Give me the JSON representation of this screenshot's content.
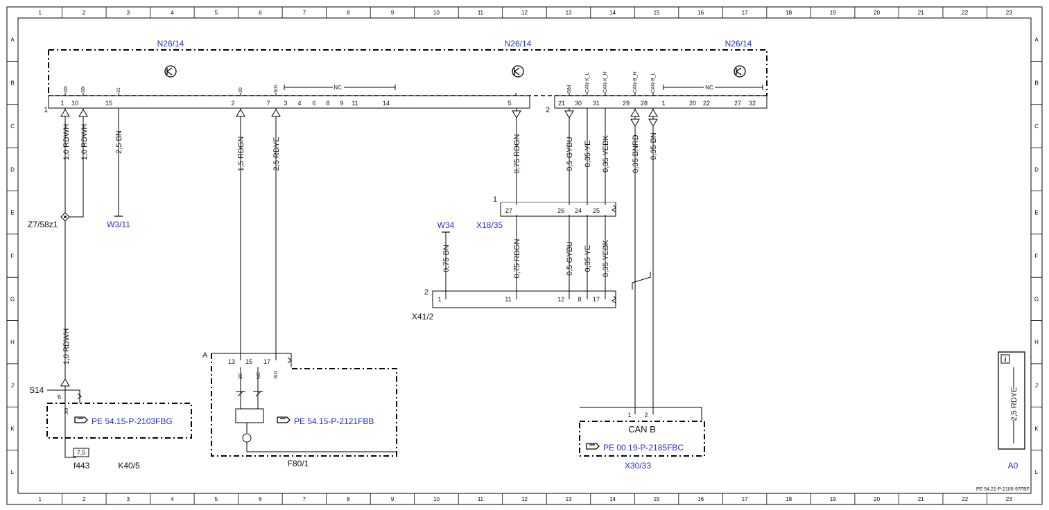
{
  "grid": {
    "columns": [
      "1",
      "2",
      "3",
      "4",
      "5",
      "6",
      "7",
      "8",
      "9",
      "10",
      "11",
      "12",
      "13",
      "14",
      "15",
      "16",
      "17",
      "18",
      "19",
      "20",
      "21",
      "22",
      "23"
    ],
    "rows": [
      "A",
      "B",
      "C",
      "D",
      "E",
      "F",
      "G",
      "H",
      "J",
      "K",
      "L"
    ]
  },
  "module": {
    "label_left": "N26/14",
    "label_mid": "N26/14",
    "label_right": "N26/14",
    "conn1_label": "1",
    "conn2_label": "2",
    "conn1_pins": [
      "1",
      "10",
      "15",
      "2",
      "7",
      "3",
      "4",
      "6",
      "8",
      "9",
      "11",
      "14",
      "5"
    ],
    "conn2_pins": [
      "21",
      "30",
      "31",
      "29",
      "28",
      "1",
      "20",
      "22",
      "27",
      "32"
    ],
    "pin_names": [
      "30t",
      "30t",
      "31",
      "30",
      "SIG",
      "58d",
      "CAN-K_L",
      "CAN-K_H",
      "CAN-B_H",
      "CAN-B_L"
    ],
    "nc1": "NC",
    "nc2": "NC"
  },
  "wires": {
    "w1": "1,0 RDWH",
    "w2": "1,0 RDWH",
    "w3": "2,5 BN",
    "w4": "1,5 RDGN",
    "w5": "2,5 RDYE",
    "w6": "0,75 RDGN",
    "w7": "0,5 GYBU",
    "w8": "0,35 YE",
    "w9": "0,35 YEBK",
    "w10": "0,35 BNRD",
    "w11": "0,35 BN",
    "w12": "0,75 BN",
    "w13": "0,75 RDGN",
    "w14": "0,5 GYBU",
    "w15": "0,35 YE",
    "w16": "0,35 YEBK",
    "w17": "1,0 RDWH"
  },
  "components": {
    "z7": "Z7/58z1",
    "w3_11": "W3/11",
    "w34": "W34",
    "x18_35": "X18/35",
    "x18_conn": "1",
    "x18_pins": [
      "27",
      "26",
      "24",
      "25"
    ],
    "x41_conn": "2",
    "x41_pins": [
      "1",
      "11",
      "12",
      "8",
      "17"
    ],
    "x41": "X41/2",
    "a_conn": "A",
    "f80_pins": [
      "13",
      "15",
      "17"
    ],
    "f80_names": [
      "30",
      "NC",
      "SIG"
    ],
    "f80": "F80/1",
    "s14": "S14",
    "s14_pin": "6",
    "s14_name": "30t",
    "fuse": "7,5",
    "f443": "f443",
    "k40": "K40/5",
    "canb": "CAN B",
    "canb_pins": [
      "1",
      "2"
    ],
    "x30_33": "X30/33",
    "a0": "A0",
    "legend_wire": "2,5 RDYE",
    "info": "i"
  },
  "refs": {
    "r1": "PE 54.15-P-2103FBG",
    "r2": "PE 54.15-P-2121FBB",
    "r3": "PE 00.19-P-2185FBC"
  },
  "footer": {
    "doc_id": "PE 54.21-P-2105-97FBF"
  }
}
